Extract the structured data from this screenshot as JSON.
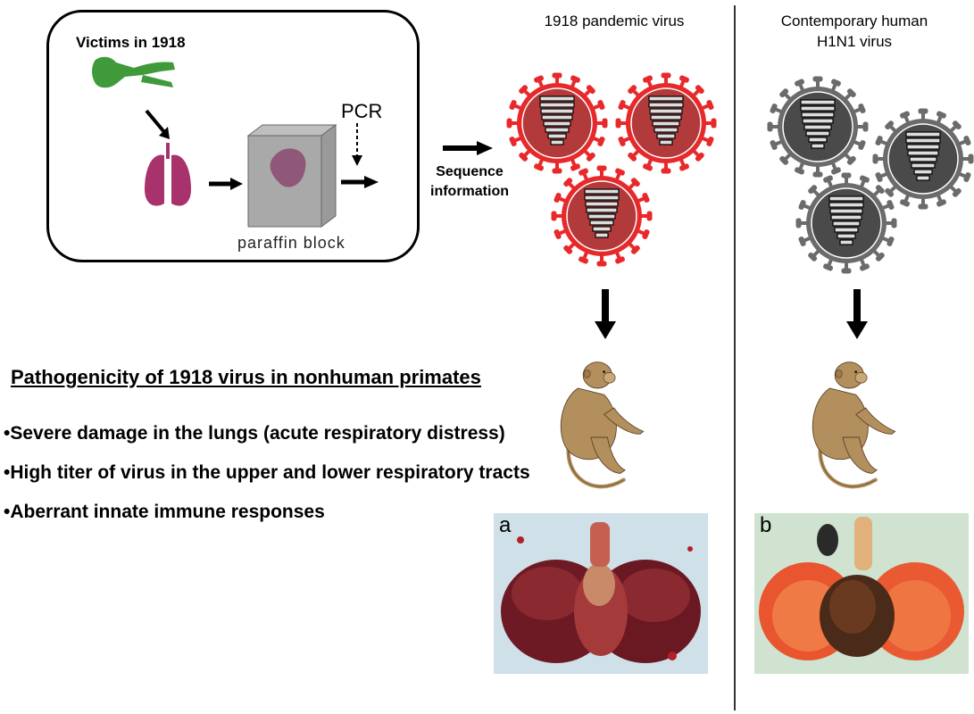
{
  "panel": {
    "victims_label": "Victims in 1918",
    "pcr_label": "PCR",
    "paraffin_label": "paraffin block"
  },
  "sequence_label_line1": "Sequence",
  "sequence_label_line2": "information",
  "columns": {
    "left_title": "1918 pandemic virus",
    "right_title_line1": "Contemporary human",
    "right_title_line2": "H1N1 virus"
  },
  "findings": {
    "heading": "Pathogenicity of 1918 virus in nonhuman primates",
    "bullets": [
      "•Severe damage in the lungs (acute respiratory distress)",
      "•High titer of virus in the upper and lower respiratory tracts",
      "•Aberrant innate immune responses"
    ]
  },
  "photos": {
    "a_label": "a",
    "b_label": "b"
  },
  "colors": {
    "virus_1918": "#e8292b",
    "virus_1918_core": "#b33a3a",
    "virus_h1n1": "#6b6b6b",
    "virus_h1n1_core": "#4a4a4a",
    "lung": "#a8326b",
    "victim": "#3f9a3a",
    "monkey": "#b38f5e"
  }
}
